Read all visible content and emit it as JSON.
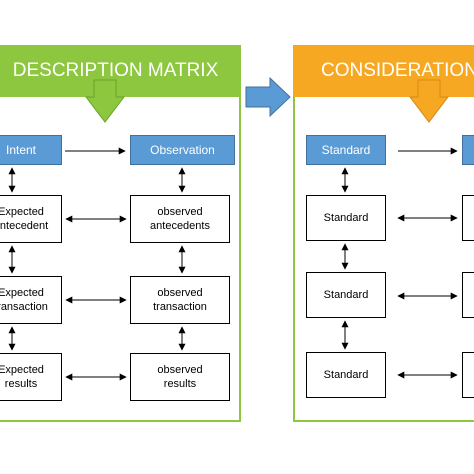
{
  "description_matrix": {
    "title": "DESCRIPTION MATRIX",
    "intent": "Intent",
    "observation": "Observation",
    "rows": [
      {
        "expected": "Expected\nantecedent",
        "observed": "observed\nantecedents"
      },
      {
        "expected": "Expected\ntransaction",
        "observed": "observed\ntransaction"
      },
      {
        "expected": "Expected\nresults",
        "observed": "observed\nresults"
      }
    ]
  },
  "consideration": {
    "title": "CONSIDERATION",
    "standard_header": "Standard",
    "rows": [
      {
        "label": "Standard"
      },
      {
        "label": "Standard"
      },
      {
        "label": "Standard"
      }
    ]
  },
  "colors": {
    "green": "#8dc63f",
    "orange": "#f7a823",
    "blue": "#5b9bd5"
  }
}
